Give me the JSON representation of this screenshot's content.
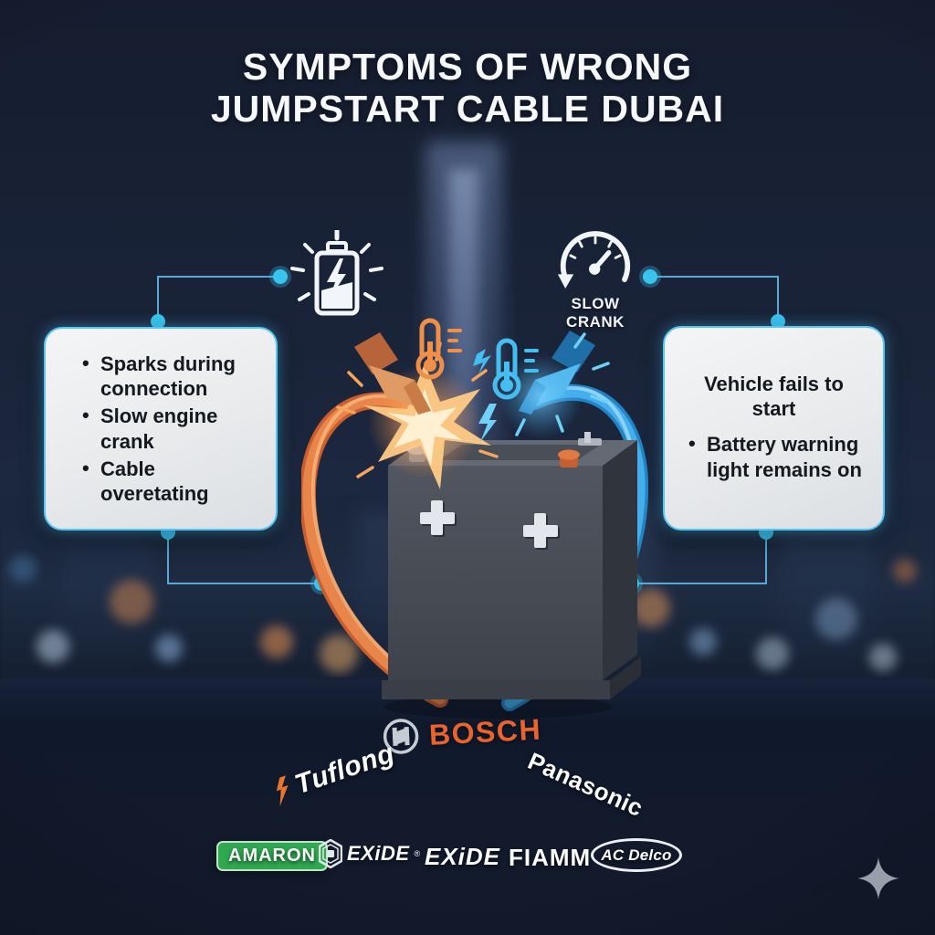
{
  "title": {
    "line1": "SYMPTOMS OF WRONG",
    "line2": "JUMPSTART CABLE DUBAI"
  },
  "callouts": {
    "left": {
      "items": [
        "Sparks during connection",
        "Slow engine crank",
        "Cable overetating"
      ]
    },
    "right": {
      "heading": "Vehicle fails to start",
      "items": [
        "Battery warning light remains on"
      ]
    }
  },
  "labels": {
    "slow_crank": "SLOW CRANK"
  },
  "icons": {
    "battery_warning": "battery-warning-icon",
    "slow_crank_gauge": "gauge-icon",
    "hot_thermometer": "thermometer-hot-icon",
    "cold_thermometer": "thermometer-cold-icon",
    "bosch_emblem": "bosch-armature-icon",
    "tuflong_bolt": "lightning-bolt-icon",
    "exide_badge": "hexagon-badge-icon",
    "sparkle": "sparkle-icon"
  },
  "brands": {
    "bosch": "BOSCH",
    "tuflong": "Tuflong",
    "panasonic": "Panasonic",
    "amaron": "AMARON",
    "exide_badged": "EXiDE",
    "exide_mark": "®",
    "exide": "EXiDE",
    "fiamm": "FIAMM",
    "acdelco": "AC Delco"
  },
  "colors": {
    "background_navy": "#18python-none",
    "background": "#161f32",
    "accent_cyan": "#38c4ee",
    "connector_line": "#58a8d8",
    "panel_bg": "#e9ebed",
    "panel_border": "#57c5f1",
    "cable_orange": "#e0763d",
    "cable_blue": "#38a6e8",
    "bosch_orange": "#e8632e",
    "amaron_green": "#2fa84f",
    "text_dark": "#15191f",
    "text_light": "#f6f8fb"
  }
}
